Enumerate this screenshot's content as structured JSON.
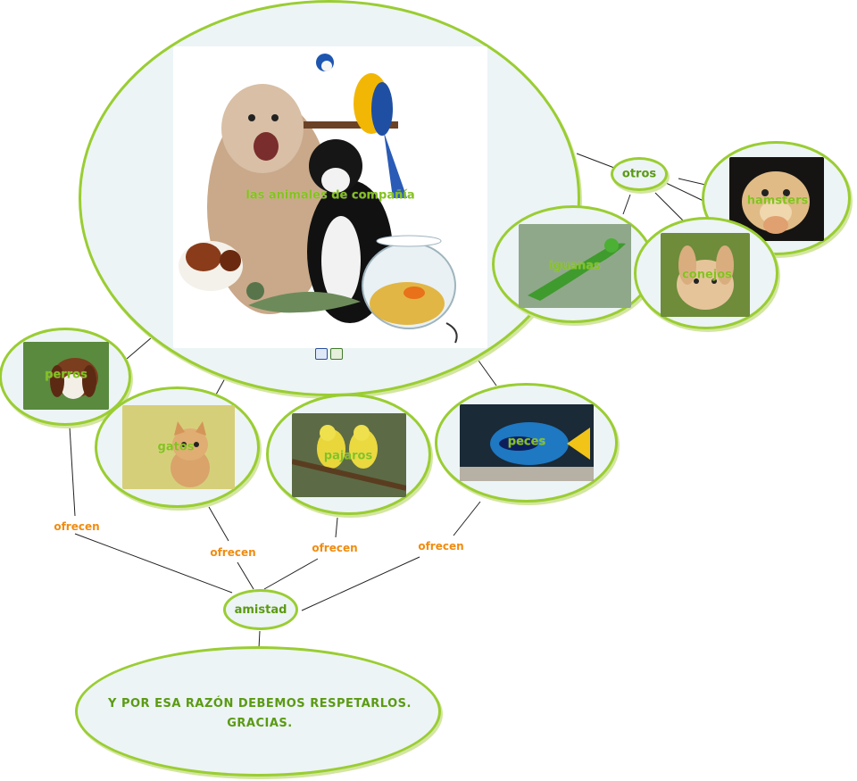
{
  "center": {
    "label": "las animales de compañía"
  },
  "nodes": {
    "perros": "perros",
    "gatos": "gatos",
    "pajaros": "pajaros",
    "peces": "peces",
    "otros": "otros",
    "iguanas": "iguanas",
    "conejos": "conejos",
    "hamsters": "hamsters"
  },
  "links": {
    "ofrecen_1": "ofrecen",
    "ofrecen_2": "ofrecen",
    "ofrecen_3": "ofrecen",
    "ofrecen_4": "ofrecen"
  },
  "amistad": "amistad",
  "conclusion": {
    "line1": "Y POR ESA RAZÓN DEBEMOS RESPETARLOS.",
    "line2": "GRACIAS."
  },
  "colors": {
    "node_border": "#9acd32",
    "node_fill": "#ecf4f6",
    "node_text": "#84c21f",
    "link_text": "#f08c10",
    "line": "#222222"
  }
}
